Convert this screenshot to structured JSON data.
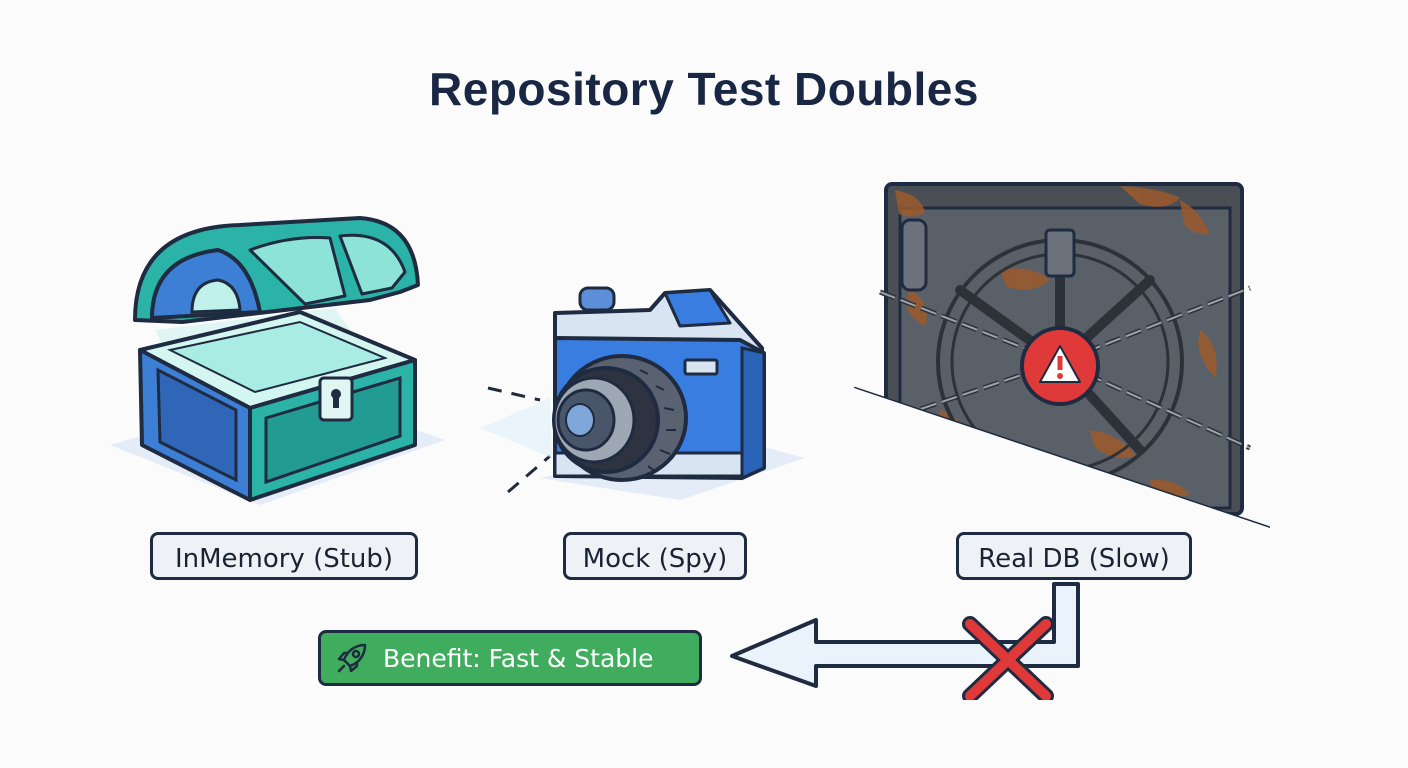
{
  "title": "Repository Test Doubles",
  "items": [
    {
      "label": "InMemory (Stub)",
      "icon": "treasure-chest-icon"
    },
    {
      "label": "Mock (Spy)",
      "icon": "camera-icon"
    },
    {
      "label": "Real DB (Slow)",
      "icon": "chained-vault-icon"
    }
  ],
  "benefit": {
    "label": "Benefit: Fast & Stable",
    "icon": "rocket-icon",
    "color": "#3fad5d"
  },
  "colors": {
    "title": "#1a2744",
    "outline": "#1f2b40",
    "label_bg": "#eef1f5",
    "chest": "#3e7fd6",
    "chest_lid": "#2bb3a8",
    "camera": "#3a7de0",
    "vault": "#4a4f55",
    "rust": "#9c5a2c",
    "warning": "#e0393a",
    "arrow": "#eaf3fb",
    "cross": "#e0393a"
  }
}
